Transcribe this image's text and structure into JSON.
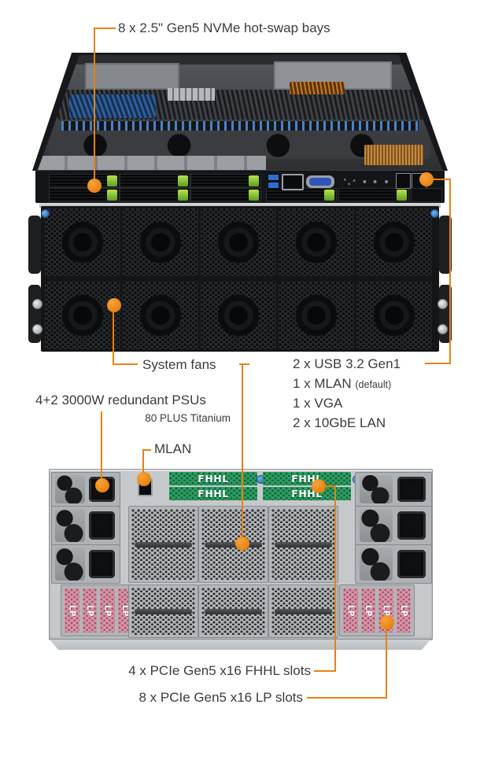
{
  "colors": {
    "accent": "#E8820E",
    "text": "#3C3C3C",
    "fhhl_green": "#2E9E62",
    "lp_pink": "#D794A6"
  },
  "callouts": {
    "nvme_bays": "8 x 2.5\" Gen5 NVMe hot-swap bays",
    "io_ports": [
      {
        "text": "2 x USB 3.2 Gen1",
        "suffix": ""
      },
      {
        "text": "1 x MLAN",
        "suffix": "(default)"
      },
      {
        "text": "1 x VGA",
        "suffix": ""
      },
      {
        "text": "2 x 10GbE LAN",
        "suffix": ""
      }
    ],
    "system_fans": "System fans",
    "psu": "4+2 3000W redundant PSUs",
    "psu_sub": "80 PLUS Titanium",
    "mlan": "MLAN",
    "fhhl_slots": "4 x PCIe Gen5 x16 FHHL slots",
    "lp_slots": "8 x PCIe Gen5 x16 LP slots"
  },
  "rear": {
    "fhhl_text": "FHHL",
    "lp_text": "LP"
  }
}
